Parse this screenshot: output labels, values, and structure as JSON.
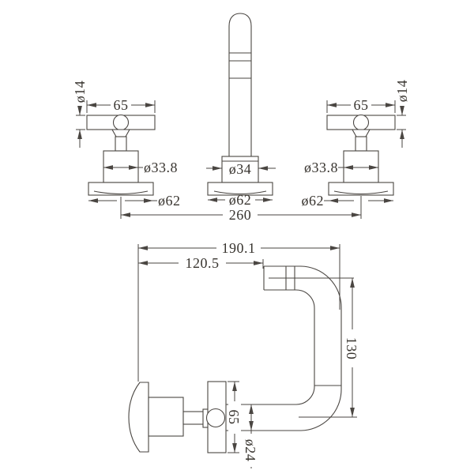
{
  "meta": {
    "drawing_type": "faucet-dimension-drawing",
    "line_color": "#4a4642",
    "text_color": "#38342f",
    "background_color": "#ffffff"
  },
  "front_view": {
    "left_handle": {
      "handle_width": "65",
      "bar_diameter": "ø14",
      "body_diameter": "ø33.8",
      "flange_diameter": "ø62"
    },
    "spout": {
      "neck_diameter": "ø34",
      "flange_diameter": "ø62"
    },
    "right_handle": {
      "handle_width": "65",
      "bar_diameter": "ø14",
      "body_diameter": "ø33.8",
      "flange_diameter": "ø62"
    },
    "handle_spacing": "260"
  },
  "side_view": {
    "overall_reach": "190.1",
    "outlet_reach": "120.5",
    "spout_height": "130",
    "handle_length": "65",
    "tube_diameter": "ø24"
  }
}
